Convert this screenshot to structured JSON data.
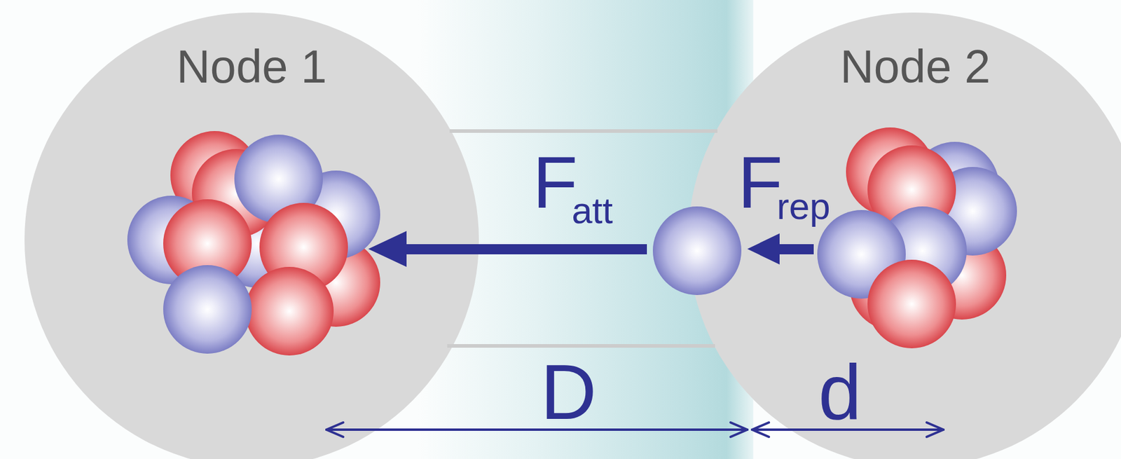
{
  "diagram": {
    "nodes": [
      {
        "text": [
          "Node 1"
        ]
      },
      {
        "text": [
          "Node 2"
        ]
      }
    ],
    "labels": [
      "F",
      "att",
      "F",
      "rep",
      "D",
      "d"
    ]
  }
}
